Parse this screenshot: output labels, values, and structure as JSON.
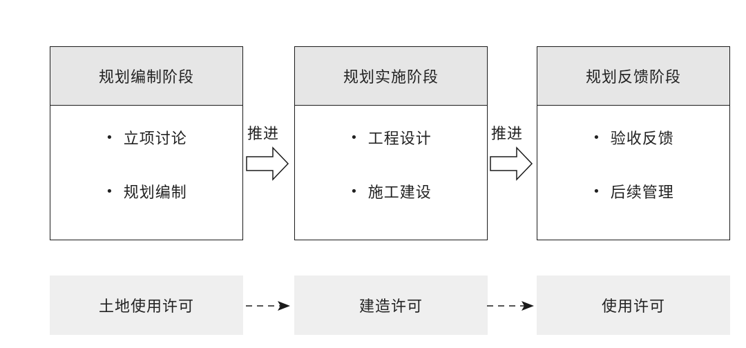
{
  "stages": [
    {
      "title": "规划编制阶段",
      "items": [
        "立项讨论",
        "规划编制"
      ]
    },
    {
      "title": "规划实施阶段",
      "items": [
        "工程设计",
        "施工建设"
      ]
    },
    {
      "title": "规划反馈阶段",
      "items": [
        "验收反馈",
        "后续管理"
      ]
    }
  ],
  "bullet": "•",
  "transitions": [
    "推进",
    "推进"
  ],
  "permits": [
    "土地使用许可",
    "建造许可",
    "使用许可"
  ],
  "colors": {
    "header_fill": "#e6e6e6",
    "permit_fill": "#efefef",
    "stroke": "#1a1a1a"
  }
}
